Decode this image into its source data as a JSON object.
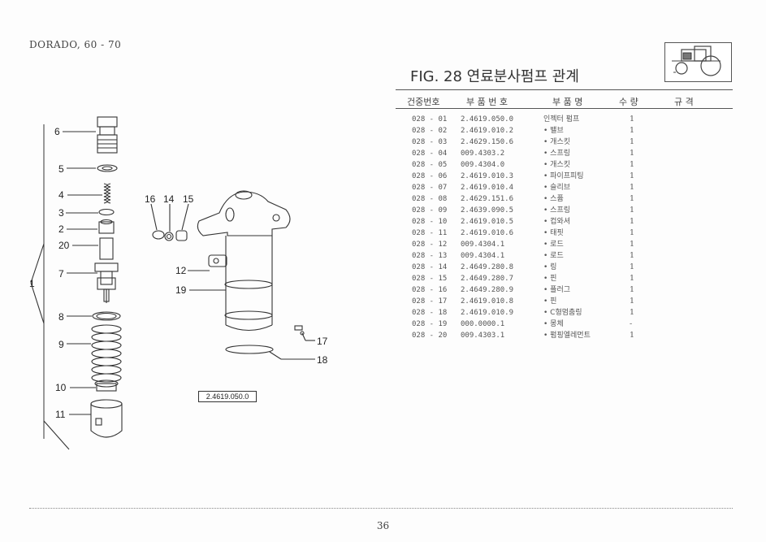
{
  "header": {
    "model": "DORADO, 60 - 70",
    "figure_title": "FIG. 28 연료분사펌프 관계"
  },
  "table": {
    "columns": [
      "건중번호",
      "부 품 번 호",
      "부 품 명",
      "수 량",
      "규 격"
    ],
    "rows": [
      {
        "no": "028 - 01",
        "part_no": "2.4619.050.0",
        "name": "인젝터 펌프",
        "qty": "1"
      },
      {
        "no": "028 - 02",
        "part_no": "2.4619.010.2",
        "name": "• 밸브",
        "qty": "1"
      },
      {
        "no": "028 - 03",
        "part_no": "2.4629.150.6",
        "name": "• 개스킷",
        "qty": "1"
      },
      {
        "no": "028 - 04",
        "part_no": "009.4303.2",
        "name": "• 스프링",
        "qty": "1"
      },
      {
        "no": "028 - 05",
        "part_no": "009.4304.0",
        "name": "• 개스킷",
        "qty": "1"
      },
      {
        "no": "028 - 06",
        "part_no": "2.4619.010.3",
        "name": "• 파이프피팅",
        "qty": "1"
      },
      {
        "no": "028 - 07",
        "part_no": "2.4619.010.4",
        "name": "• 슬리브",
        "qty": "1"
      },
      {
        "no": "028 - 08",
        "part_no": "2.4629.151.6",
        "name": "• 스퓸",
        "qty": "1"
      },
      {
        "no": "028 - 09",
        "part_no": "2.4639.090.5",
        "name": "• 스프링",
        "qty": "1"
      },
      {
        "no": "028 - 10",
        "part_no": "2.4619.010.5",
        "name": "• 컵와셔",
        "qty": "1"
      },
      {
        "no": "028 - 11",
        "part_no": "2.4619.010.6",
        "name": "• 태핏",
        "qty": "1"
      },
      {
        "no": "028 - 12",
        "part_no": "009.4304.1",
        "name": "• 로드",
        "qty": "1"
      },
      {
        "no": "028 - 13",
        "part_no": "009.4304.1",
        "name": "• 로드",
        "qty": "1"
      },
      {
        "no": "028 - 14",
        "part_no": "2.4649.280.8",
        "name": "• 링",
        "qty": "1"
      },
      {
        "no": "028 - 15",
        "part_no": "2.4649.280.7",
        "name": "• 핀",
        "qty": "1"
      },
      {
        "no": "028 - 16",
        "part_no": "2.4649.280.9",
        "name": "• 플러그",
        "qty": "1"
      },
      {
        "no": "028 - 17",
        "part_no": "2.4619.010.8",
        "name": "• 핀",
        "qty": "1"
      },
      {
        "no": "028 - 18",
        "part_no": "2.4619.010.9",
        "name": "• C형멈춤링",
        "qty": "1"
      },
      {
        "no": "028 - 19",
        "part_no": "000.0000.1",
        "name": "• 몽체",
        "qty": "-"
      },
      {
        "no": "028 - 20",
        "part_no": "009.4303.1",
        "name": "• 펌핑엘레먼트",
        "qty": "1"
      }
    ]
  },
  "diagram": {
    "callouts": [
      "1",
      "2",
      "3",
      "4",
      "5",
      "6",
      "7",
      "8",
      "9",
      "10",
      "11",
      "12",
      "14",
      "15",
      "16",
      "17",
      "18",
      "19",
      "20"
    ],
    "assembly_part_no": "2.4619.050.0"
  },
  "footer": {
    "page_number": "36"
  }
}
